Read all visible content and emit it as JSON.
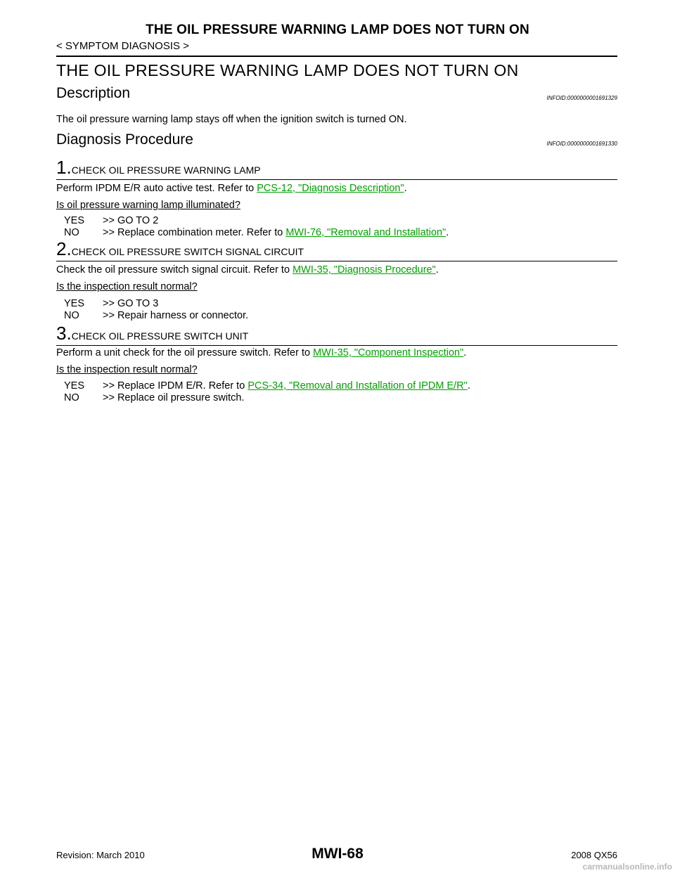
{
  "header": {
    "top_title": "THE OIL PRESSURE WARNING LAMP DOES NOT TURN ON",
    "breadcrumb": "< SYMPTOM DIAGNOSIS >"
  },
  "main_title": "THE OIL PRESSURE WARNING LAMP DOES NOT TURN ON",
  "description": {
    "heading": "Description",
    "infoid": "INFOID:0000000001691329",
    "text": "The oil pressure warning lamp stays off when the ignition switch is turned ON."
  },
  "diagnosis": {
    "heading": "Diagnosis Procedure",
    "infoid": "INFOID:0000000001691330",
    "steps": [
      {
        "num": "1.",
        "title": "CHECK OIL PRESSURE WARNING LAMP",
        "text": "Perform IPDM E/R auto active test. Refer to ",
        "link": "PCS-12, \"Diagnosis Description\"",
        "text_end": ".",
        "question": "Is oil pressure warning lamp illuminated?",
        "yes_key": "YES",
        "yes_text": ">> GO TO 2",
        "yes_link": "",
        "yes_end": "",
        "no_key": "NO",
        "no_text": ">> Replace combination meter. Refer to ",
        "no_link": "MWI-76, \"Removal and Installation\"",
        "no_end": "."
      },
      {
        "num": "2.",
        "title": "CHECK OIL PRESSURE SWITCH SIGNAL CIRCUIT",
        "text": "Check the oil pressure switch signal circuit. Refer to ",
        "link": "MWI-35, \"Diagnosis Procedure\"",
        "text_end": ".",
        "question": "Is the inspection result normal?",
        "yes_key": "YES",
        "yes_text": ">> GO TO 3",
        "yes_link": "",
        "yes_end": "",
        "no_key": "NO",
        "no_text": ">> Repair harness or connector.",
        "no_link": "",
        "no_end": ""
      },
      {
        "num": "3.",
        "title": "CHECK OIL PRESSURE SWITCH UNIT",
        "text": "Perform a unit check for the oil pressure switch. Refer to ",
        "link": "MWI-35, \"Component Inspection\"",
        "text_end": ".",
        "question": "Is the inspection result normal?",
        "yes_key": "YES",
        "yes_text": ">> Replace IPDM E/R. Refer to ",
        "yes_link": "PCS-34, \"Removal and Installation of IPDM E/R\"",
        "yes_end": ".",
        "no_key": "NO",
        "no_text": ">> Replace oil pressure switch.",
        "no_link": "",
        "no_end": ""
      }
    ]
  },
  "footer": {
    "revision": "Revision: March 2010",
    "page": "MWI-68",
    "model": "2008 QX56",
    "watermark": "carmanualsonline.info"
  },
  "colors": {
    "link": "#00a000",
    "watermark": "#b8b8b8"
  }
}
